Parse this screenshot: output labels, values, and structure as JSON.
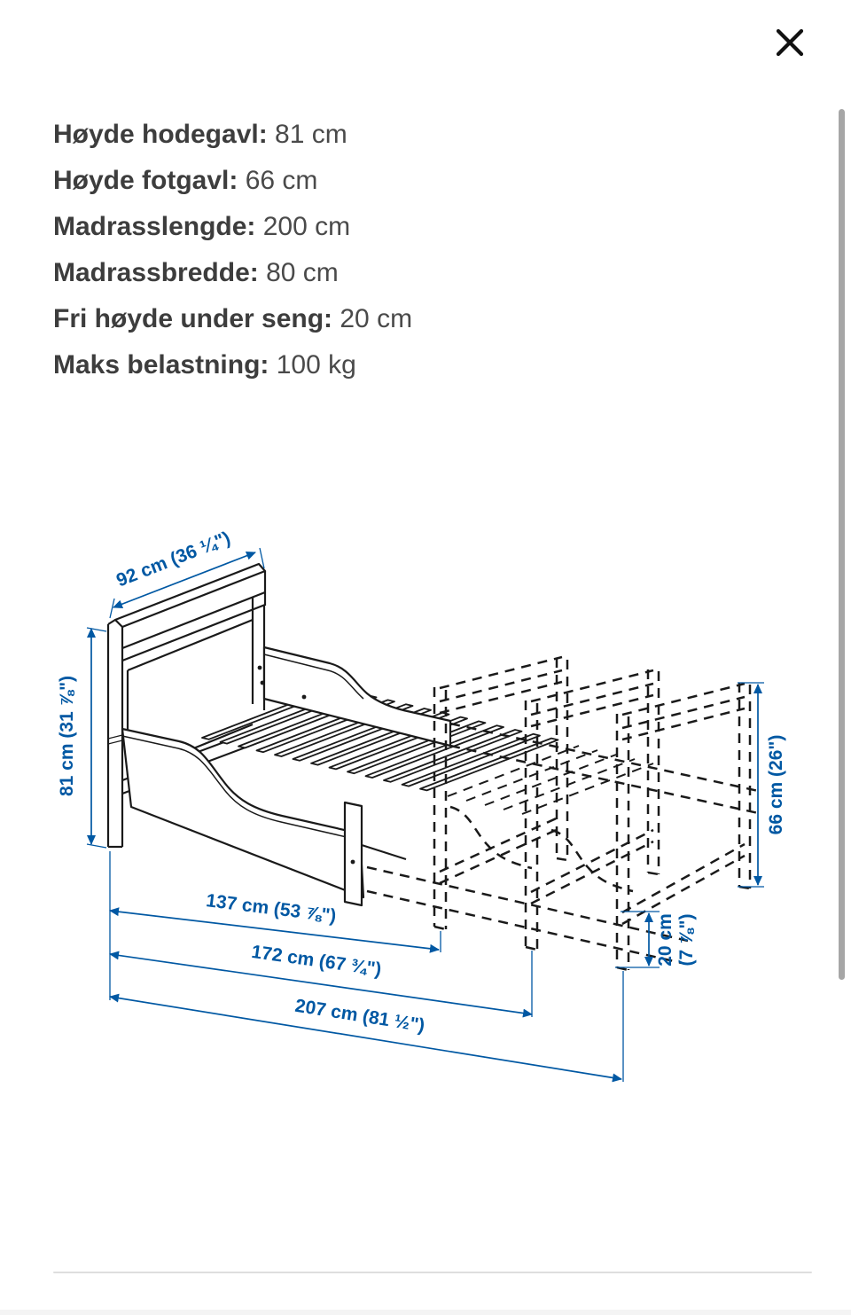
{
  "specs": [
    {
      "label": "Høyde hodegavl:",
      "value": "81 cm"
    },
    {
      "label": "Høyde fotgavl:",
      "value": "66 cm"
    },
    {
      "label": "Madrasslengde:",
      "value": "200 cm"
    },
    {
      "label": "Madrassbredde:",
      "value": "80 cm"
    },
    {
      "label": "Fri høyde under seng:",
      "value": "20 cm"
    },
    {
      "label": "Maks belastning:",
      "value": "100 kg"
    }
  ],
  "diagram": {
    "dimensions": {
      "headboard_width": "92 cm (36 ¼\")",
      "headboard_height": "81 cm (31 ⅞\")",
      "length_short": "137 cm (53 ⅞\")",
      "length_medium": "172 cm (67 ¾\")",
      "length_long": "207 cm (81 ½\")",
      "footboard_height": "66 cm (26\")",
      "clearance_line1": "20 cm",
      "clearance_line2": "(7 ⅞\")"
    },
    "colors": {
      "dimension_blue": "#0058a3",
      "line_black": "#1a1a1a"
    }
  }
}
